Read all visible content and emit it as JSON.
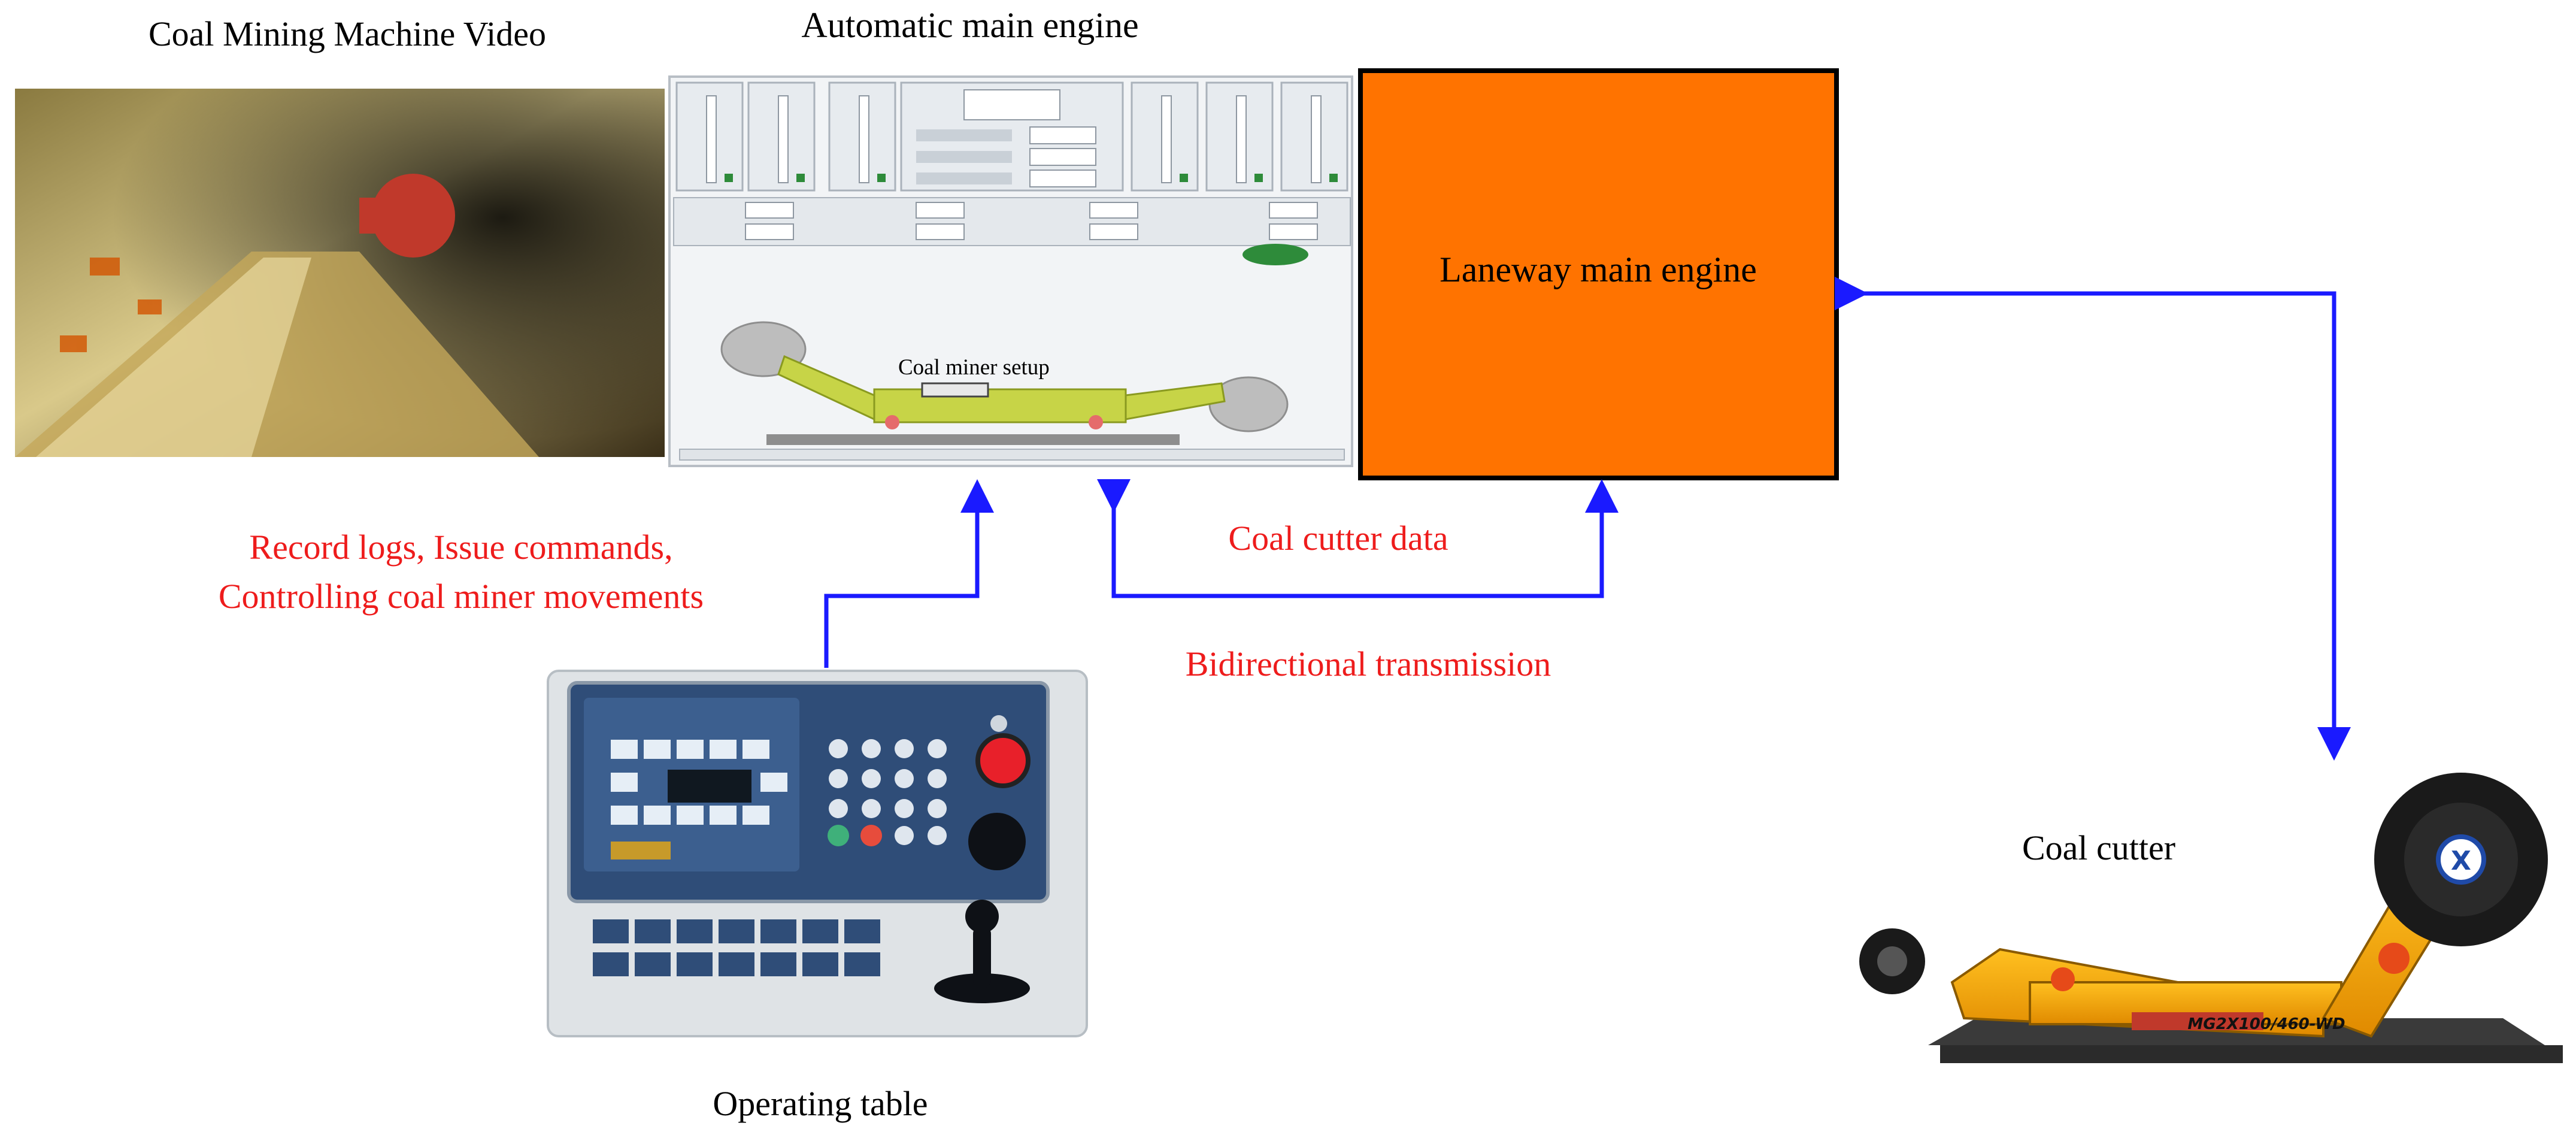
{
  "labels": {
    "video_title": "Coal Mining Machine Video",
    "auto_engine_title": "Automatic main engine",
    "laneway_engine": "Laneway main engine",
    "coal_miner_setup": "Coal miner setup",
    "record_line1": "Record logs, Issue commands,",
    "record_line2": "Controlling coal miner movements",
    "coal_cutter_data": "Coal cutter data",
    "bidirectional": "Bidirectional transmission",
    "coal_cutter": "Coal cutter",
    "operating_table": "Operating table",
    "machine_marking": "MG2X100/460-WD"
  },
  "colors": {
    "arrow": "#1a1aff",
    "laneway_fill": "#ff7300",
    "label_red": "#ee1c1c"
  },
  "icons": {
    "cutter_logo": "xcmg-logo-icon",
    "joystick": "joystick-icon",
    "stop_button": "emergency-stop-icon"
  }
}
